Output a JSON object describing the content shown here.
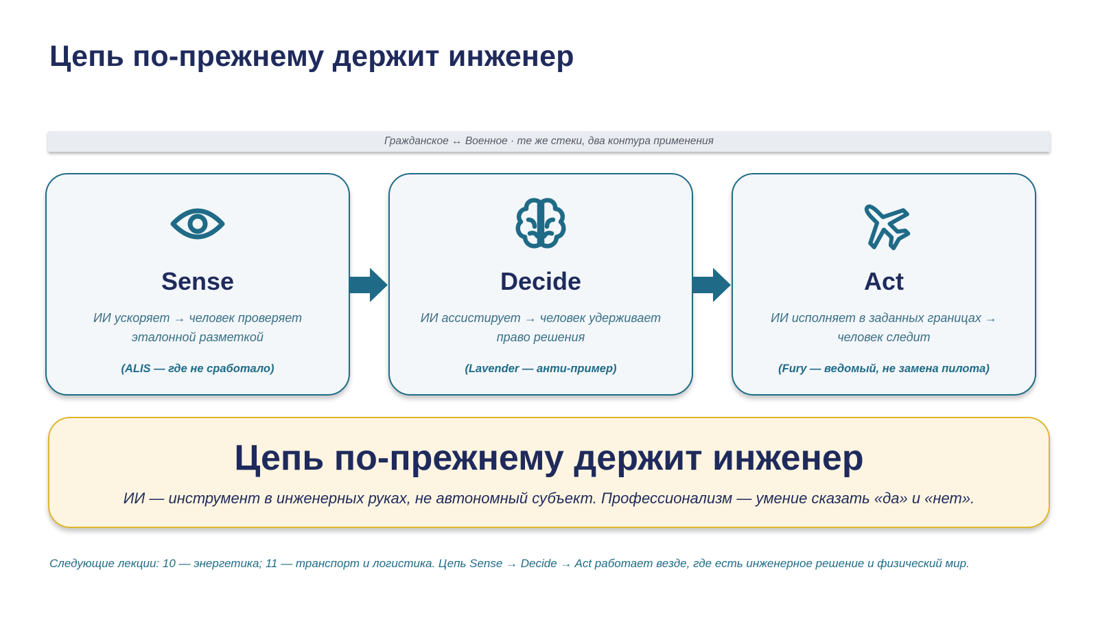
{
  "slide": {
    "title": "Цепь по-прежнему держит инженер",
    "banner": "Гражданское ↔ Военное · те же стеки, два контура применения"
  },
  "cards": [
    {
      "icon": "eye-icon",
      "title": "Sense",
      "desc_line1": "ИИ ускоряет → человек проверяет",
      "desc_line2": "эталонной разметкой",
      "note": "(ALIS — где не сработало)"
    },
    {
      "icon": "brain-icon",
      "title": "Decide",
      "desc_line1": "ИИ ассистирует → человек удерживает",
      "desc_line2": "право решения",
      "note": "(Lavender — анти-пример)"
    },
    {
      "icon": "plane-icon",
      "title": "Act",
      "desc_line1": "ИИ исполняет в заданных границах →",
      "desc_line2": "человек следит",
      "note": "(Fury — ведомый, не замена пилота)"
    }
  ],
  "summary": {
    "title": "Цепь по-прежнему держит инженер",
    "subtitle": "ИИ — инструмент в инженерных руках, не автономный субъект. Профессионализм — умение сказать «да» и «нет»."
  },
  "footer": "Следующие лекции: 10 — энергетика; 11 — транспорт и логистика. Цепь Sense → Decide → Act работает везде, где есть инженерное решение и физический мир.",
  "colors": {
    "navy": "#1f2a5c",
    "teal": "#1f6b87",
    "card_bg": "#f3f7fa",
    "summary_bg": "#fdf5e1",
    "summary_border": "#e1b52b"
  }
}
